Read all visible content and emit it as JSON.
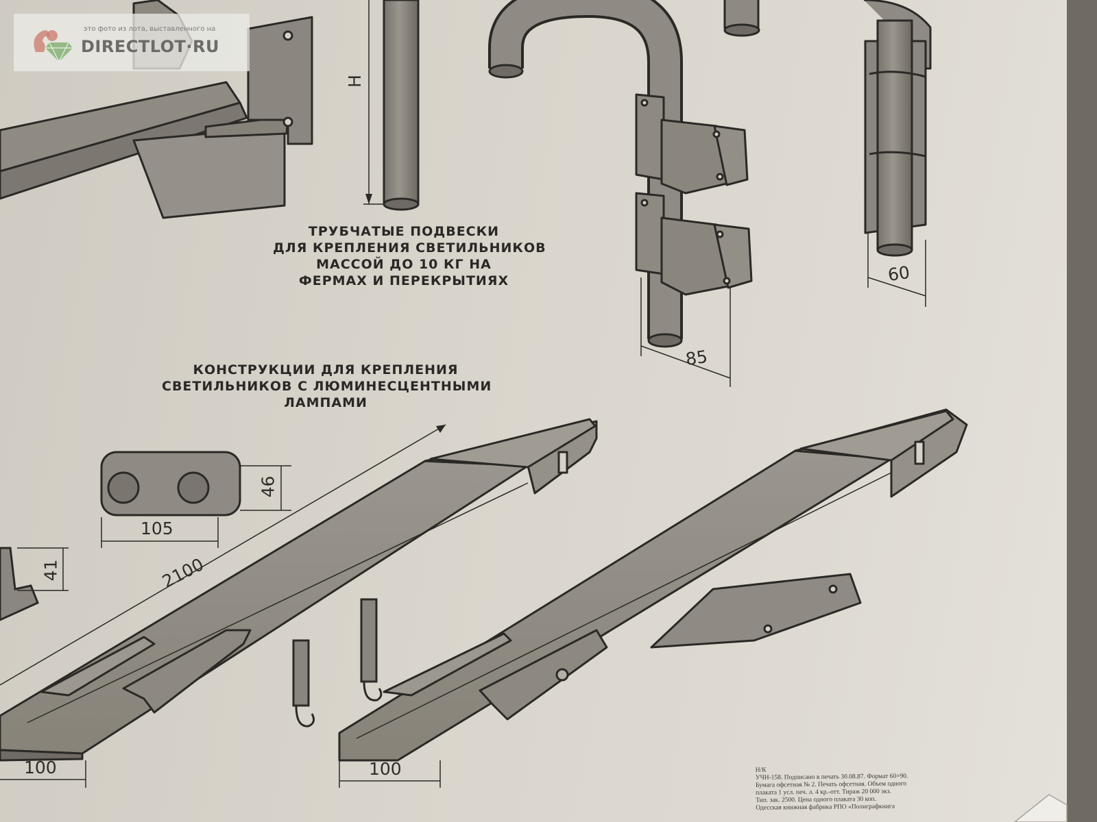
{
  "captions": {
    "tubular": [
      "ТРУБЧАТЫЕ ПОДВЕСКИ",
      "ДЛЯ КРЕПЛЕНИЯ СВЕТИЛЬНИКОВ",
      "МАССОЙ ДО 10 КГ   НА",
      "ФЕРМАХ  И  ПЕРЕКРЫТИЯХ"
    ],
    "fluorescent": [
      "КОНСТРУКЦИИ ДЛЯ КРЕПЛЕНИЯ",
      "СВЕТИЛЬНИКОВ С ЛЮМИНЕСЦЕНТНЫМИ",
      "ЛАМПАМИ"
    ]
  },
  "dimensions": {
    "h": "Н",
    "d60": "60",
    "d85": "85",
    "d46": "46",
    "d105": "105",
    "d41": "41",
    "d2100": "2100",
    "d100_left": "100",
    "d100_right": "100"
  },
  "imprint": [
    "Н/К",
    "УЧН-158. Подписано в печать 30.08.87. Формат 60×90.",
    "Бумага офсетная № 2. Печать офсетная. Объем одного",
    "плаката 1 усл. печ. л. 4  кр.-отт.  Тираж  20 000  экз.",
    "Тип. зак. 2500. Цена одного плаката 30 коп.",
    "Одесская книжная фабрика РПО «Полиграфкнига"
  ],
  "watermark": {
    "small_text": "это фото из лота, выставленного на",
    "brand": "DIRECTLOT·RU",
    "logo_icon": "squirrel-diamond-logo"
  },
  "colors": {
    "paper": "#dad6cd",
    "metal": "#8e8a83",
    "ink": "#2a2826"
  }
}
